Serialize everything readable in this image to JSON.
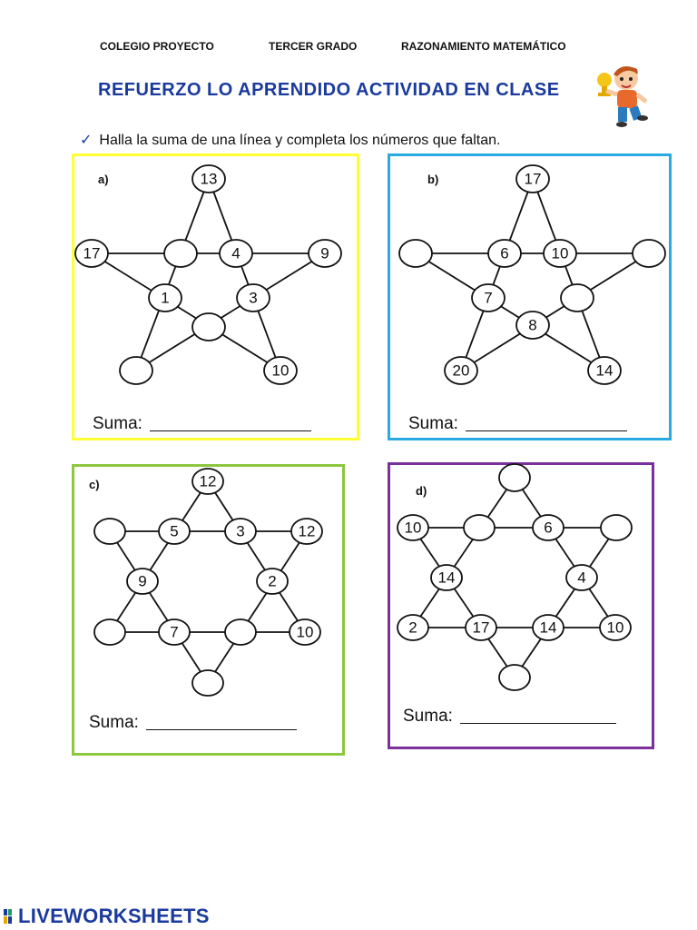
{
  "header": {
    "school": "COLEGIO PROYECTO",
    "grade": "TERCER GRADO",
    "subject": "RAZONAMIENTO MATEMÁTICO"
  },
  "title": "REFUERZO LO APRENDIDO ACTIVIDAD EN CLASE",
  "instruction": "Halla la suma de una línea y completa los números que faltan.",
  "puzzles": [
    {
      "label": "a)",
      "sum_label": "Suma:",
      "border_color": "#ffff33",
      "nodes": {
        "top": "13",
        "left": "17",
        "right": "9",
        "inner_top_left": "",
        "inner_top_right": "4",
        "inner_left": "1",
        "inner_right": "3",
        "inner_bottom": "",
        "bottom_left": "",
        "bottom_right": "10"
      }
    },
    {
      "label": "b)",
      "sum_label": "Suma:",
      "border_color": "#29abe2",
      "nodes": {
        "top": "17",
        "left": "",
        "right": "",
        "inner_top_left": "6",
        "inner_top_right": "10",
        "inner_left": "7",
        "inner_right": "",
        "inner_bottom": "8",
        "bottom_left": "20",
        "bottom_right": "14"
      }
    },
    {
      "label": "c)",
      "sum_label": "Suma:",
      "border_color": "#8dc63f",
      "nodes": {
        "top": "12",
        "top_left": "",
        "top_right": "12",
        "hex_top_left": "5",
        "hex_top_right": "3",
        "hex_left": "9",
        "hex_right": "2",
        "hex_bottom_left": "7",
        "hex_bottom_right": "",
        "bottom_left": "",
        "bottom_right": "10",
        "bottom": ""
      }
    },
    {
      "label": "d)",
      "sum_label": "Suma:",
      "border_color": "#7a2f9b",
      "nodes": {
        "top": "",
        "top_left": "10",
        "top_right": "",
        "hex_top_left": "",
        "hex_top_right": "6",
        "hex_left": "14",
        "hex_right": "4",
        "hex_bottom_left": "17",
        "hex_bottom_right": "14",
        "bottom_left": "2",
        "bottom_right": "10",
        "bottom": ""
      }
    }
  ],
  "footer_logo": "LIVEWORKSHEETS"
}
